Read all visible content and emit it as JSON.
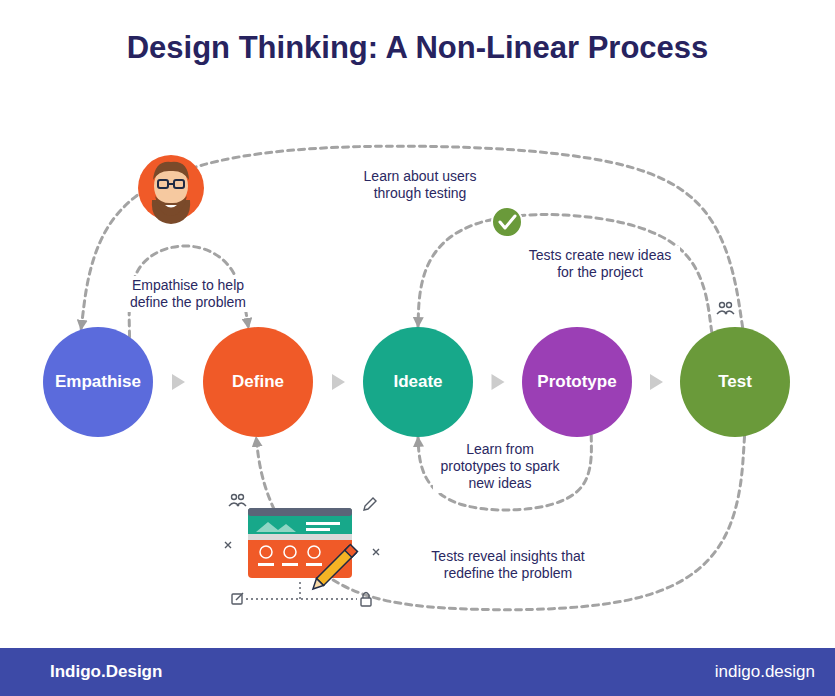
{
  "diagram": {
    "title": "Design Thinking: A Non-Linear Process",
    "nodes": [
      {
        "text": [
          "Empathise"
        ]
      },
      {
        "text": [
          "Define"
        ]
      },
      {
        "text": [
          "Ideate"
        ]
      },
      {
        "text": [
          "Prototype"
        ]
      },
      {
        "text": [
          "Test"
        ]
      },
      {
        "text": [
          "Indigo.Design",
          "indigo.design"
        ]
      }
    ],
    "edges": [
      {
        "from": 0,
        "to": 1,
        "arrow": "to"
      },
      {
        "from": 1,
        "to": 2,
        "arrow": "to"
      },
      {
        "from": 2,
        "to": 3,
        "arrow": "to"
      },
      {
        "from": 3,
        "to": 4,
        "arrow": "to"
      },
      {
        "from": 4,
        "to": 0,
        "label": "Learn about users through testing",
        "arrow": "to"
      },
      {
        "from": 0,
        "to": 1,
        "label": "Empathise to help define the problem",
        "arrow": "to"
      },
      {
        "from": 4,
        "to": 2,
        "label": "Tests create new ideas for the project",
        "arrow": "to"
      },
      {
        "from": 3,
        "to": 2,
        "label": "Learn from prototypes to spark new ideas",
        "arrow": "to"
      },
      {
        "from": 4,
        "to": 1,
        "label": "Tests reveal insights that redefine the problem",
        "arrow": "to"
      }
    ]
  }
}
